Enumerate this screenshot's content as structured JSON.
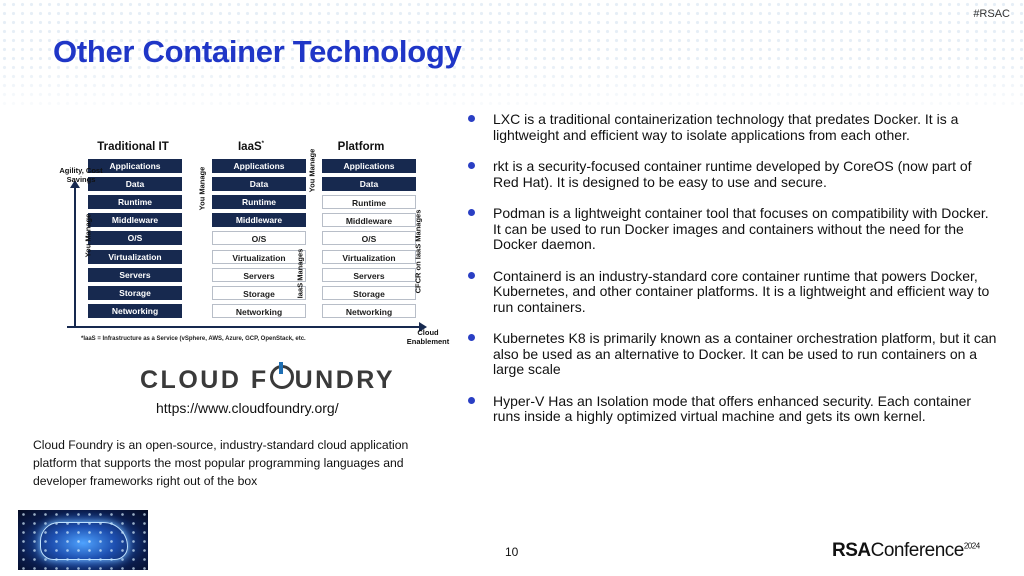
{
  "hashtag": "#RSAC",
  "title": "Other Container Technology",
  "diagram": {
    "columns": [
      {
        "title": "Traditional IT",
        "title_sup": ""
      },
      {
        "title": "IaaS",
        "title_sup": "*"
      },
      {
        "title": "Platform",
        "title_sup": ""
      }
    ],
    "layers": [
      "Applications",
      "Data",
      "Runtime",
      "Middleware",
      "O/S",
      "Virtualization",
      "Servers",
      "Storage",
      "Networking"
    ],
    "managed_by_user_count": [
      9,
      4,
      2
    ],
    "vertical_labels": {
      "you_manage_traditional": "You Manage",
      "you_manage_iaas": "You Manage",
      "iaas_manages": "IaaS Manages",
      "you_manage_platform": "You Manage",
      "cfcr_manages": "CFCR on IaaS Manages"
    },
    "y_axis_label": "Agility, Cost Savings",
    "x_axis_label": "Cloud Enablement",
    "footnote": "*IaaS = Infrastructure as a Service (vSphere, AWS, Azure, GCP, OpenStack, etc."
  },
  "logo": {
    "left": "CLOUD F",
    "right": "UNDRY"
  },
  "url": "https://www.cloudfoundry.org/",
  "description": "Cloud Foundry is an open-source, industry-standard cloud application platform that supports the most popular programming languages and developer frameworks right out of the box",
  "bullets": [
    "LXC is a traditional containerization technology that predates Docker. It is a lightweight and efficient way to isolate applications from each other.",
    "rkt is a security-focused container runtime developed by CoreOS (now part of Red Hat). It is designed to be easy to use and secure.",
    "Podman is a lightweight container tool that focuses on compatibility with Docker. It can be used to run Docker images and containers without the need for the Docker daemon.",
    "Containerd is an industry-standard core container runtime that powers Docker, Kubernetes, and other container platforms. It is a lightweight and efficient way to run containers.",
    "Kubernetes K8 is primarily known as a container orchestration platform, but it can also be used as an alternative to Docker. It can be used to run containers on a large scale",
    "Hyper-V Has an Isolation mode that offers enhanced security. Each container runs inside a highly optimized virtual machine and gets its own kernel."
  ],
  "page_number": "10",
  "brand": {
    "rsa": "RSA",
    "conference": "Conference",
    "year": "2024"
  },
  "colors": {
    "title": "#1f36c7",
    "navy": "#17294f",
    "bullet": "#2a3fc4"
  }
}
